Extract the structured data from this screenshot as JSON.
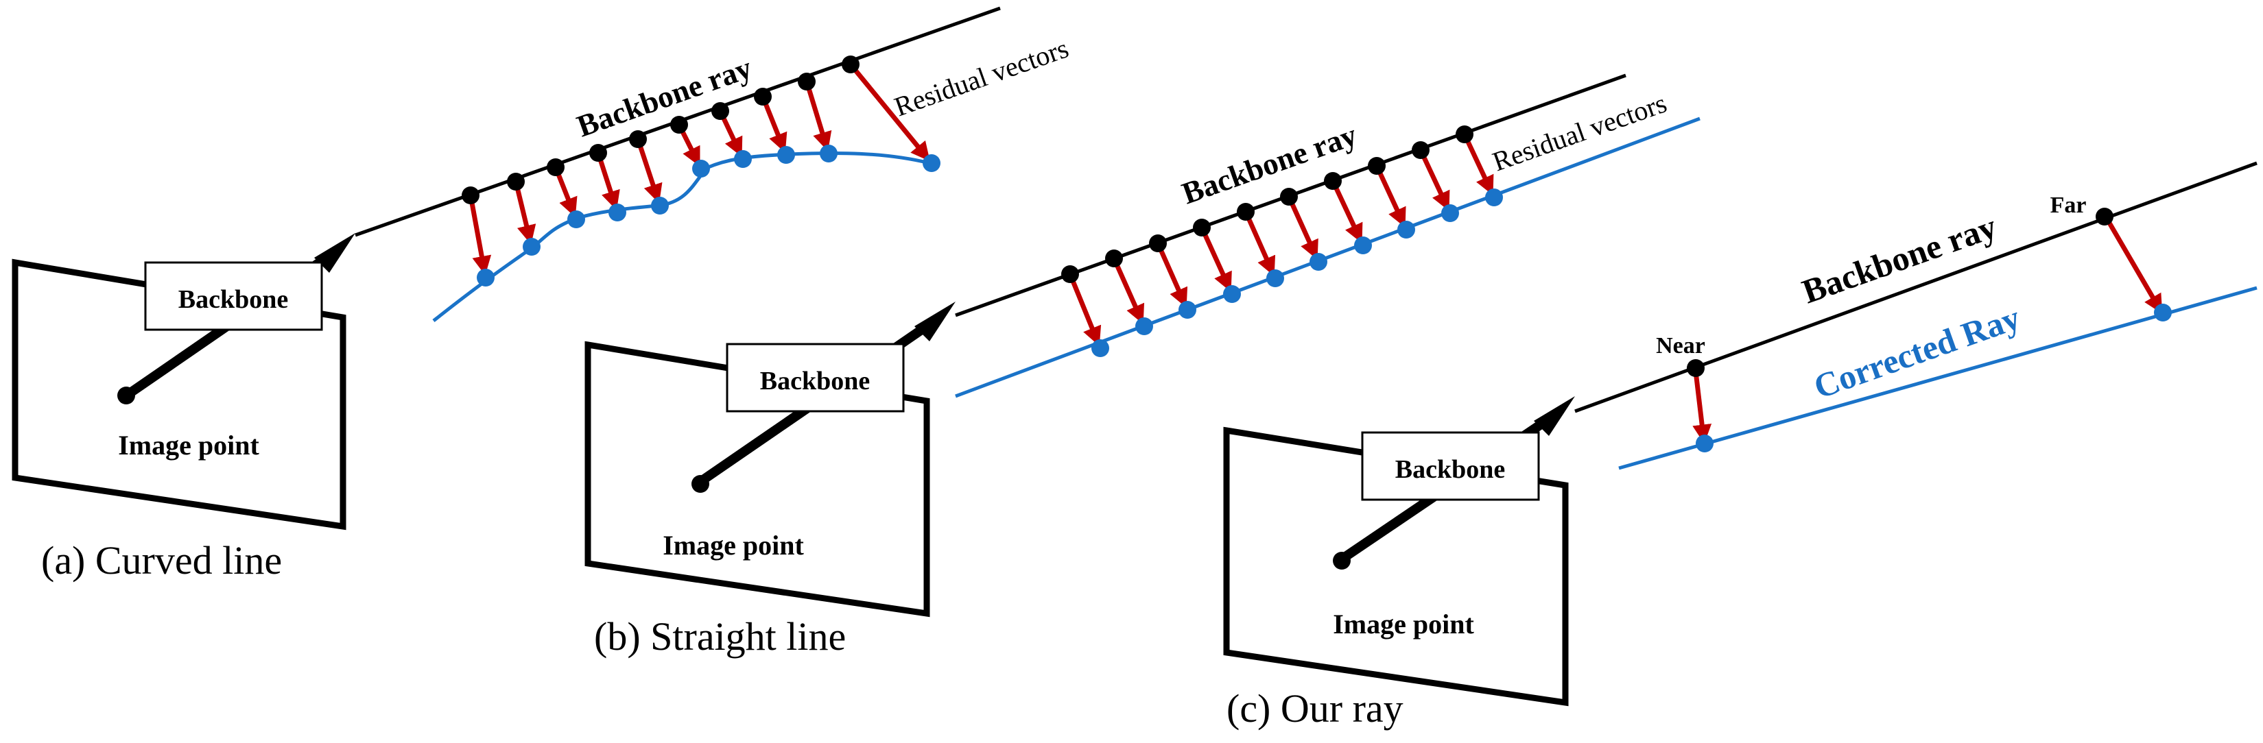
{
  "colors": {
    "backbone_ray": "#000000",
    "sample_point": "#000000",
    "corrected_point": "#1a73c8",
    "corrected_line": "#1a73c8",
    "residual_arrow": "#c00000"
  },
  "panels": [
    {
      "id": "a",
      "caption": "(a) Curved line",
      "box_label": "Backbone",
      "image_point_label": "Image point",
      "ray_label": "Backbone ray",
      "residual_label": "Residual vectors"
    },
    {
      "id": "b",
      "caption": "(b) Straight line",
      "box_label": "Backbone",
      "image_point_label": "Image point",
      "ray_label": "Backbone ray",
      "residual_label": "Residual vectors"
    },
    {
      "id": "c",
      "caption": "(c) Our ray",
      "box_label": "Backbone",
      "image_point_label": "Image point",
      "ray_label": "Backbone ray",
      "near_label": "Near",
      "far_label": "Far",
      "corrected_label": "Corrected Ray"
    }
  ]
}
